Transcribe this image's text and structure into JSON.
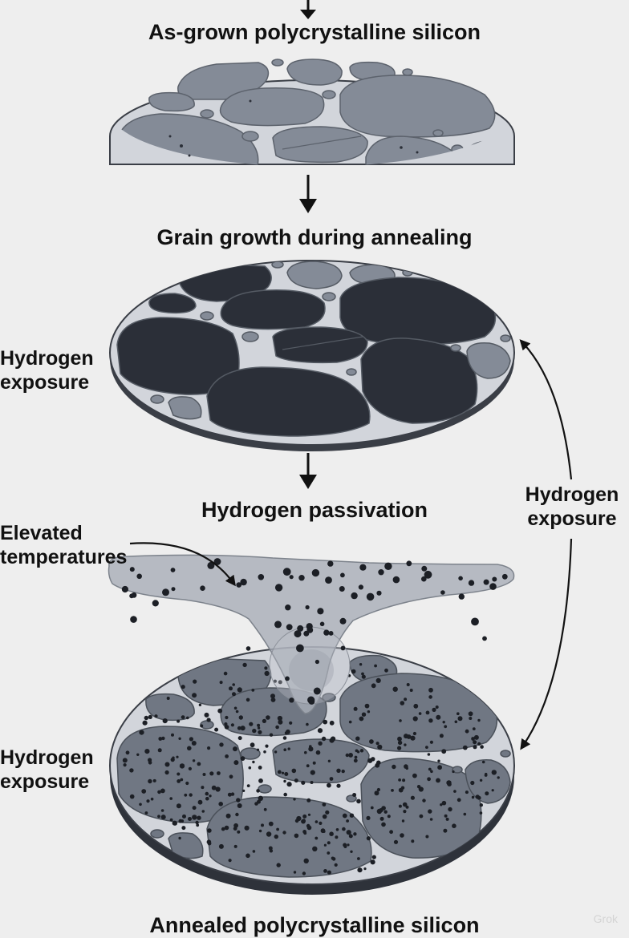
{
  "stages": {
    "as_grown": "As-grown polycrystalline silicon",
    "grain_growth": "Grain growth during annealing",
    "passivation": "Hydrogen passivation",
    "annealed": "Annealed polycrystalline silicon"
  },
  "side_labels": {
    "middle_left": [
      "Hydrogen",
      "exposure"
    ],
    "bottom_left": [
      "Hydrogen",
      "exposure"
    ],
    "right_loop": [
      "Hydrogen",
      "exposure"
    ],
    "elevated": [
      "Elevated",
      "temperatures"
    ]
  },
  "watermark": "Grok",
  "colors": {
    "background": "#eeeeee",
    "grain_light": "#848b97",
    "grain_dark": "#2b2f38",
    "boundary": "#d2d5db",
    "outline": "#3a3e46",
    "plume": "#a7adb6",
    "dot": "#1c1f25"
  }
}
